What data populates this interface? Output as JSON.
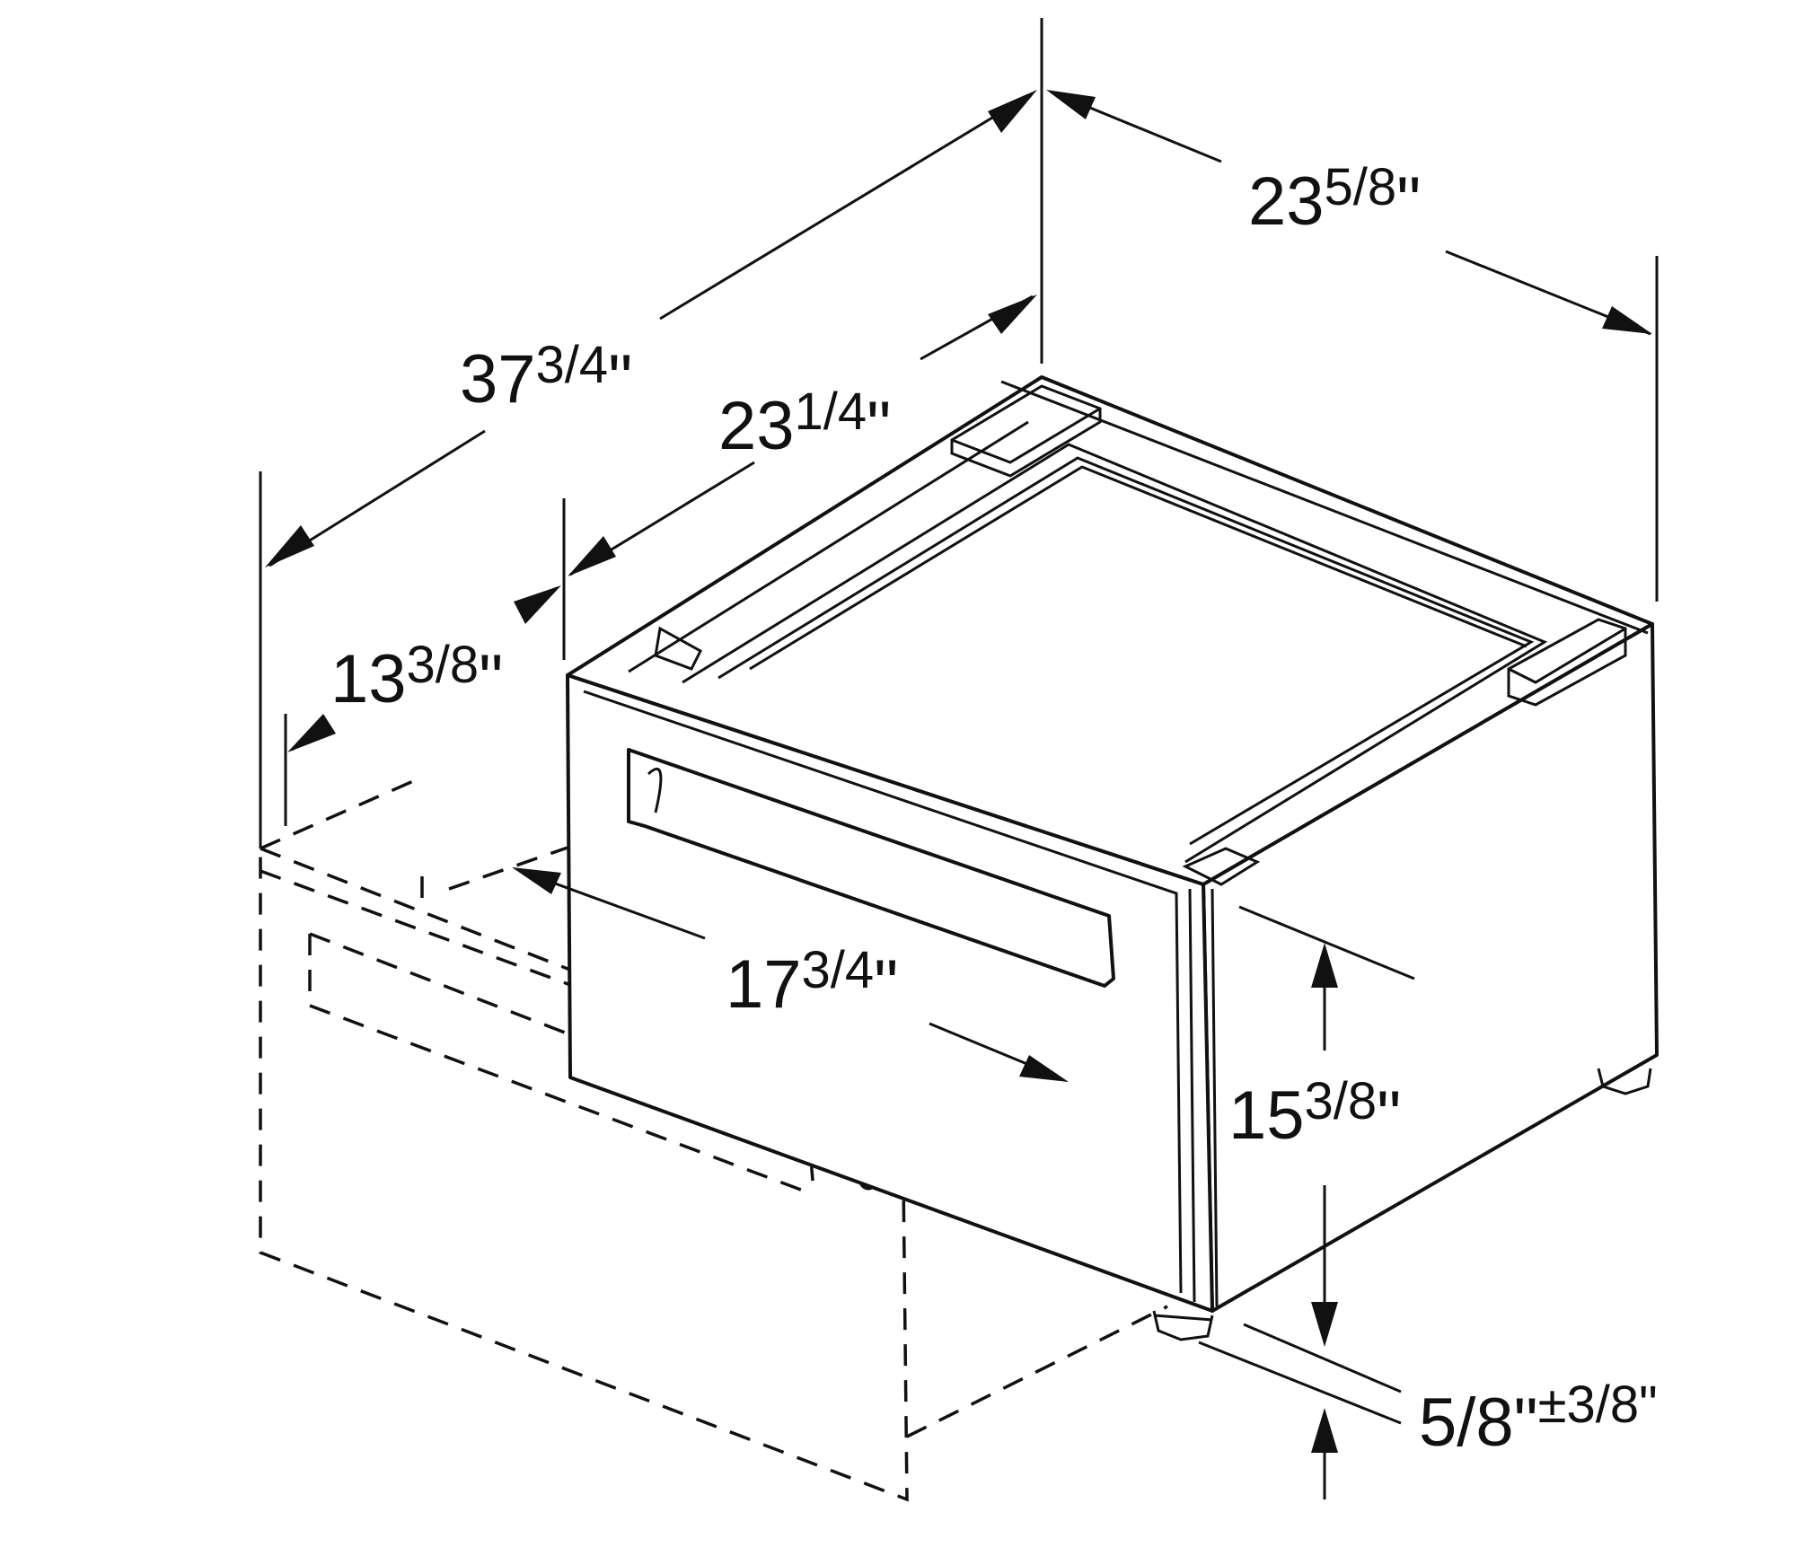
{
  "dimensions": {
    "total_depth": {
      "whole": "37",
      "frac": "3/4",
      "unit": "\""
    },
    "cabinet_depth": {
      "whole": "23",
      "frac": "1/4",
      "unit": "\""
    },
    "width": {
      "whole": "23",
      "frac": "5/8",
      "unit": "\""
    },
    "drawer_open": {
      "whole": "13",
      "frac": "3/8",
      "unit": "\""
    },
    "drawer_inner": {
      "whole": "17",
      "frac": "3/4",
      "unit": "\""
    },
    "height": {
      "whole": "15",
      "frac": "3/8",
      "unit": "\""
    },
    "foot_adjust": {
      "base": "5/8\"",
      "tol": "±3/8\""
    }
  },
  "colors": {
    "line": "#111111",
    "background": "#ffffff"
  }
}
